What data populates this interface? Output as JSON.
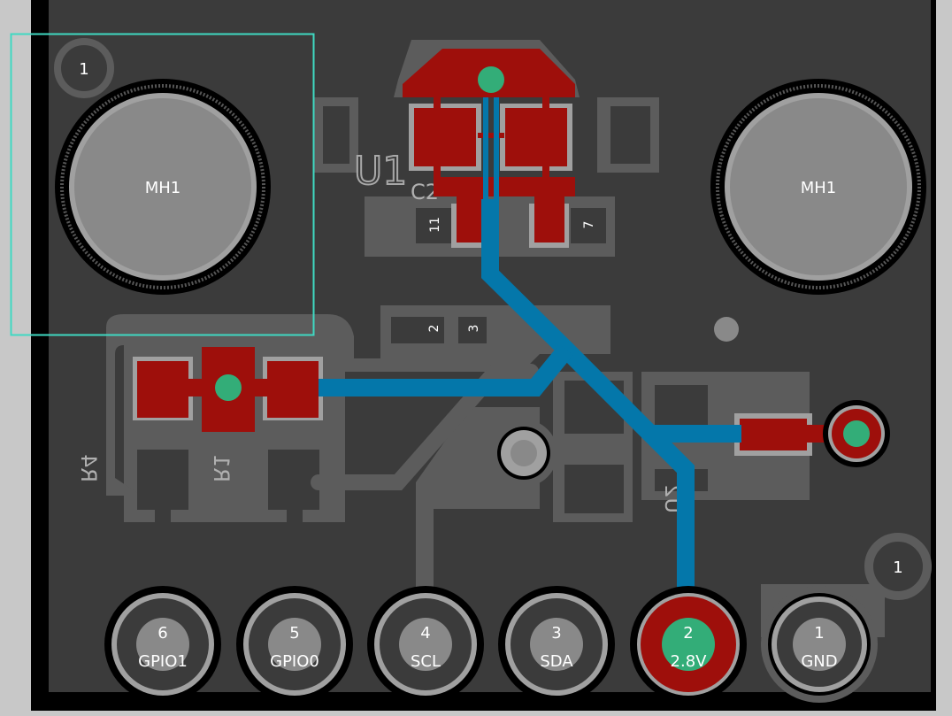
{
  "board": {
    "mounting_holes": [
      {
        "label": "MH1"
      },
      {
        "label": "MH1"
      }
    ],
    "pin1_markers": [
      {
        "label": "1"
      },
      {
        "label": "1"
      }
    ],
    "refdes": {
      "u1": "U1",
      "c2": "C2",
      "r4": "R4",
      "r1": "R1",
      "u2": "U2"
    },
    "pad_numbers": {
      "p11": "11",
      "p7": "7",
      "p2": "2",
      "p3": "3"
    },
    "connector_pins": [
      {
        "number": "6",
        "net": "GPIO1"
      },
      {
        "number": "5",
        "net": "GPIO0"
      },
      {
        "number": "4",
        "net": "SCL"
      },
      {
        "number": "3",
        "net": "SDA"
      },
      {
        "number": "2",
        "net": "2.8V"
      },
      {
        "number": "1",
        "net": "GND"
      }
    ]
  },
  "colors": {
    "board": "#3b3b3b",
    "pour": "#5c5c5c",
    "front_copper": "#9e0f0b",
    "back_copper": "#0477aa",
    "via": "#33ad78",
    "selection": "#3fd9c2"
  }
}
